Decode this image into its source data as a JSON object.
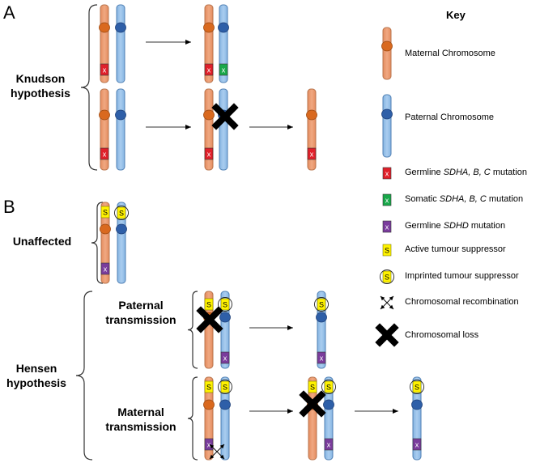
{
  "panels": {
    "a": "A",
    "b": "B"
  },
  "labels": {
    "knudson_line1": "Knudson",
    "knudson_line2": "hypothesis",
    "unaffected": "Unaffected",
    "hensen_line1": "Hensen",
    "hensen_line2": "hypothesis",
    "paternal_line1": "Paternal",
    "paternal_line2": "transmission",
    "maternal_line1": "Maternal",
    "maternal_line2": "transmission"
  },
  "key": {
    "title": "Key",
    "maternal": "Maternal Chromosome",
    "paternal": "Paternal Chromosome",
    "germline_sdha_pre": "Germline ",
    "germline_sdha_genes": "SDHA, B, C",
    "germline_sdha_post": " mutation",
    "somatic_sdha_pre": "Somatic ",
    "somatic_sdha_genes": "SDHA, B, C",
    "somatic_sdha_post": " mutation",
    "germline_sdhd_pre": "Germline ",
    "germline_sdhd_genes": "SDHD",
    "germline_sdhd_post": " mutation",
    "active": "Active tumour suppressor",
    "imprinted": "Imprinted tumour suppressor",
    "recombination": "Chromosomal recombination",
    "loss": "Chromosomal loss"
  },
  "markers": {
    "mutation": "x",
    "suppressor": "S"
  },
  "colors": {
    "maternal": "#f0a882",
    "maternal_stroke": "#b8744c",
    "maternal_centromere": "#d9691f",
    "paternal": "#a9cdef",
    "paternal_stroke": "#4f7fb3",
    "paternal_centromere": "#2e5fa8",
    "germline_sdha": "#e0202a",
    "somatic_sdha": "#19a84a",
    "germline_sdhd": "#7a3c9c",
    "suppressor": "#fff200"
  }
}
